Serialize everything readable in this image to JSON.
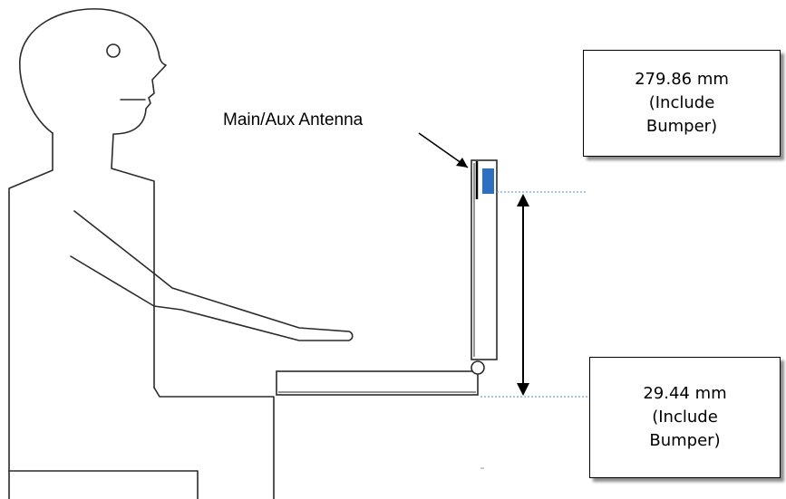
{
  "antenna_label": "Main/Aux Antenna",
  "top_dimension": {
    "value": "279.86 mm",
    "line2": "(Include",
    "line3": "Bumper)"
  },
  "bottom_dimension": {
    "value": "29.44 mm",
    "line2": "(Include",
    "line3": "Bumper)"
  },
  "colors": {
    "line": "#2b2b2b",
    "antenna": "#2f6fbf",
    "reference_line": "#6fa8dc",
    "arrow": "#000000"
  }
}
